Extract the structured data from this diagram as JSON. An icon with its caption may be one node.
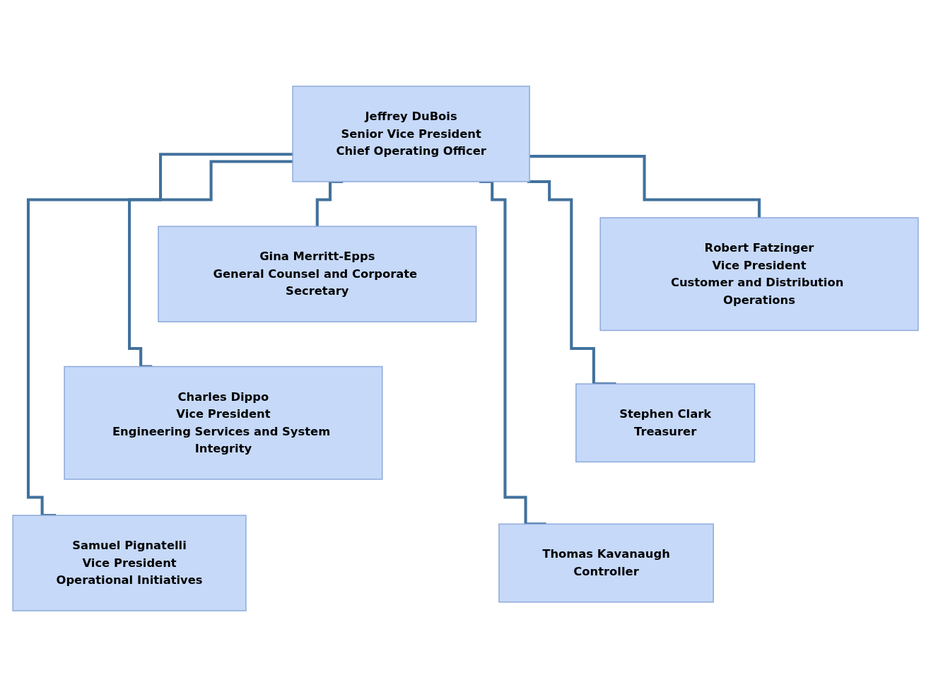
{
  "diagram": {
    "nodes": [
      {
        "text": [
          "Jeffrey DuBois",
          "Senior Vice President",
          "Chief Operating Officer"
        ]
      },
      {
        "text": [
          "Gina Merritt-Epps",
          "General Counsel and Corporate Secretary"
        ]
      },
      {
        "text": [
          "Robert Fatzinger",
          "Vice President",
          "Customer and Distribution Operations"
        ]
      },
      {
        "text": [
          "Charles Dippo",
          "Vice President",
          "Engineering Services and System Integrity"
        ]
      },
      {
        "text": [
          "Stephen Clark",
          "Treasurer"
        ]
      },
      {
        "text": [
          "Samuel Pignatelli",
          "Vice President",
          "Operational Initiatives"
        ]
      },
      {
        "text": [
          "Thomas Kavanaugh",
          "Controller"
        ]
      }
    ],
    "edges": [
      {
        "from": 0,
        "to": 1,
        "arrow": "none"
      },
      {
        "from": 0,
        "to": 2,
        "arrow": "none"
      },
      {
        "from": 0,
        "to": 3,
        "arrow": "none"
      },
      {
        "from": 0,
        "to": 4,
        "arrow": "none"
      },
      {
        "from": 0,
        "to": 5,
        "arrow": "none"
      },
      {
        "from": 0,
        "to": 6,
        "arrow": "none"
      }
    ]
  }
}
